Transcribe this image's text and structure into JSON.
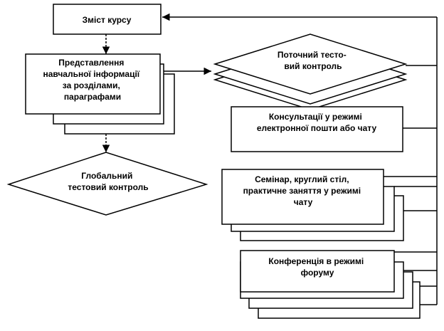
{
  "diagram": {
    "course_content": [
      "Зміст курсу"
    ],
    "presentation": [
      "Представлення",
      "навчальної інформації",
      "за розділами,",
      "параграфами"
    ],
    "global_test": [
      "Глобальний",
      "тестовий контроль"
    ],
    "current_test": [
      "Поточний тесто-",
      "вий контроль"
    ],
    "consultations": [
      "Консультації у режимі",
      "електронної пошти або чату"
    ],
    "seminar": [
      "Семінар, круглий стіл,",
      "практичне заняття у режимі",
      "чату"
    ],
    "conference": [
      "Конференція в режимі",
      "форуму"
    ]
  },
  "colors": {
    "stroke": "#000000",
    "fill": "#ffffff"
  }
}
